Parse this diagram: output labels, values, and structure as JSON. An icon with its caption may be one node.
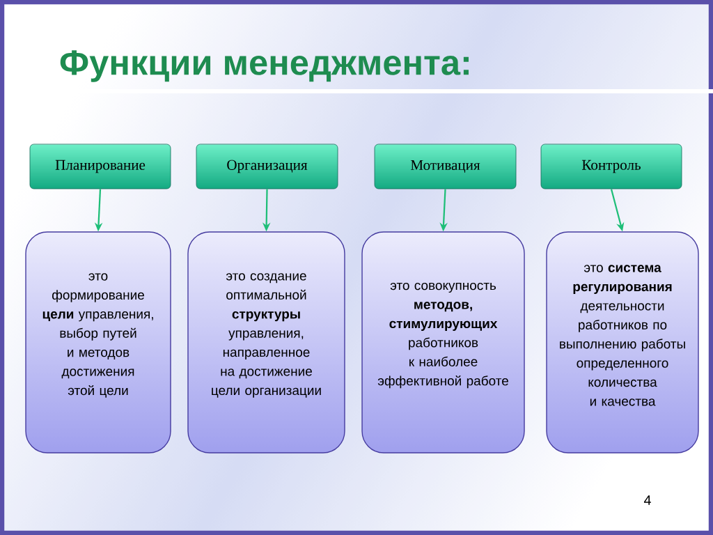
{
  "diagram": {
    "title": "Функции менеджмента:",
    "nodes": [
      {
        "text": [
          "Планирование"
        ]
      },
      {
        "text": [
          "Организация"
        ]
      },
      {
        "text": [
          "Мотивация"
        ]
      },
      {
        "text": [
          "Контроль"
        ]
      },
      {
        "text": [
          "это формирование **цели** управления, выбор путей и методов достижения этой цели"
        ]
      },
      {
        "text": [
          "это создание оптимальной **структуры** управления, направленное на достижение цели организации"
        ]
      },
      {
        "text": [
          "это совокупность **методов, стимулирующих** работников к наиболее эффективной работе"
        ]
      },
      {
        "text": [
          "это **система регулирования** деятельности работников по выполнению работы определенного количества и качества"
        ]
      }
    ],
    "edges": [
      {
        "from": 0,
        "to": 4,
        "arrow": "to"
      },
      {
        "from": 1,
        "to": 5,
        "arrow": "to"
      },
      {
        "from": 2,
        "to": 6,
        "arrow": "to"
      },
      {
        "from": 3,
        "to": 7,
        "arrow": "to"
      }
    ],
    "labels": [
      "4"
    ]
  }
}
